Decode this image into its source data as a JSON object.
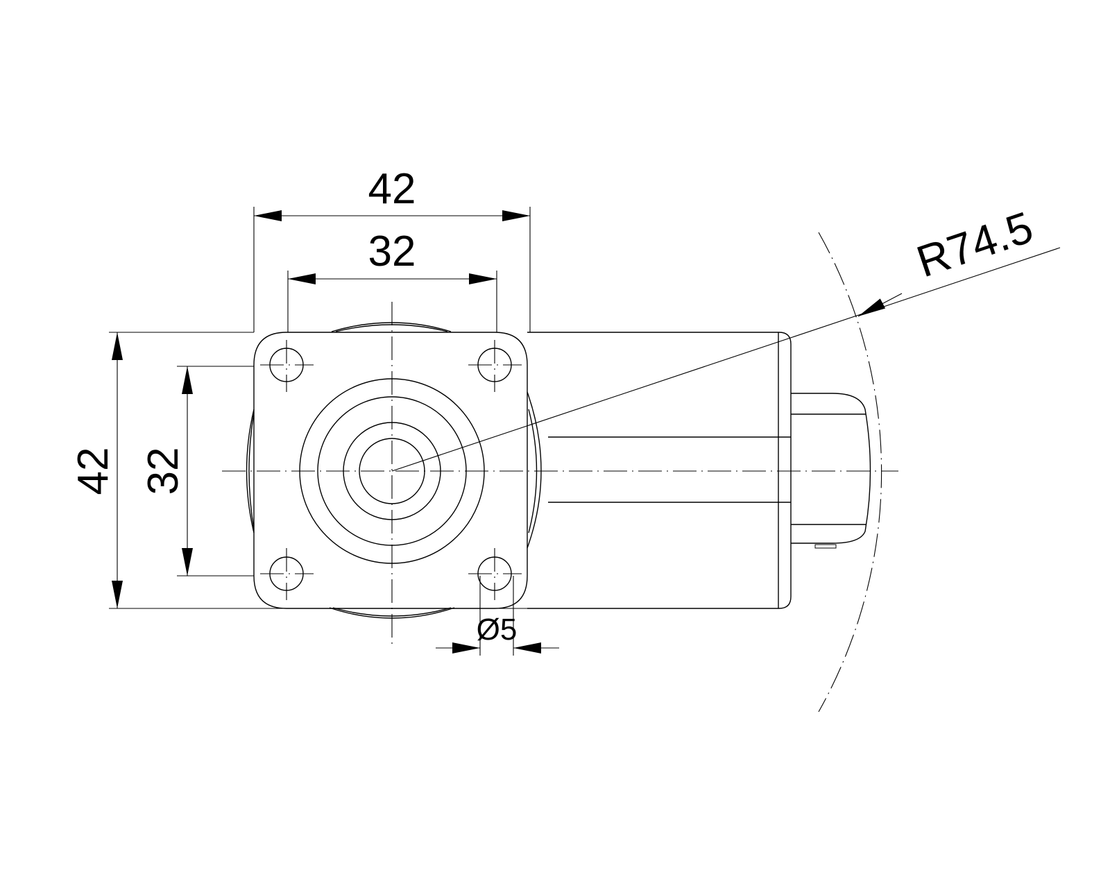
{
  "dimensions": {
    "plate_width": "42",
    "hole_spacing_x": "32",
    "plate_height": "42",
    "hole_spacing_y": "32",
    "hole_diameter": "Ø5",
    "swivel_radius": "R74.5"
  }
}
